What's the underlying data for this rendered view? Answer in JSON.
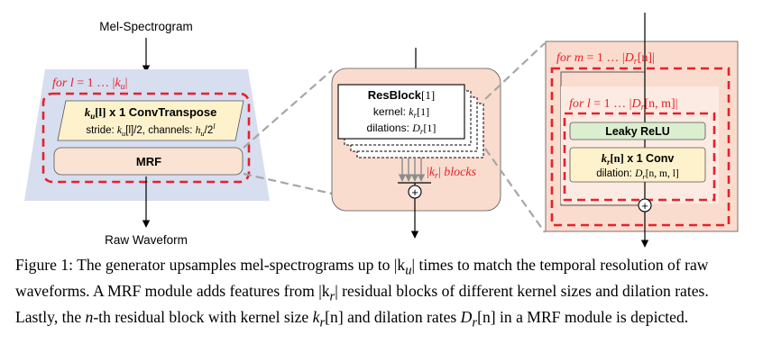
{
  "colors": {
    "panel_blue": "#d7def0",
    "panel_peach": "#f9dcce",
    "panel_peach_light": "#fcebe2",
    "box_yellow": "#fef2cc",
    "box_peach": "#fbe3d3",
    "box_green": "#dbeecf",
    "dashed_red": "#e8202a",
    "dashed_grey": "#a6a6a6",
    "line": "#000000"
  },
  "generator": {
    "input_label": "Mel-Spectrogram",
    "output_label": "Raw Waveform",
    "loop_label": {
      "keyword": "for",
      "var": "l",
      "eq": " = 1 … |",
      "bound": "k",
      "bound_sub": "u",
      "close": "|"
    },
    "convtranspose": {
      "title_var": "k",
      "title_sub": "u",
      "title_idx": "[l]",
      "title_rest": " x 1  ConvTranspose",
      "line2": {
        "pre": "stride: ",
        "var": "k",
        "sub": "u",
        "idx": "[l]/2, channels: ",
        "h": "h",
        "hsub": "u",
        "tail": "/2",
        "exp": "l"
      }
    },
    "mrf_label": "MRF"
  },
  "mrf_module": {
    "resblock_title": "ResBlock",
    "resblock_index": "[1]",
    "kernel_pre": "kernel: ",
    "kernel_var": "k",
    "kernel_sub": "r",
    "kernel_idx": "[1]",
    "dilation_pre": "dilations: ",
    "dilation_var": "D",
    "dilation_sub": "r",
    "dilation_idx": "[1]",
    "blocks_var": "k",
    "blocks_sub": "r",
    "blocks_label": "blocks",
    "sum_symbol": "+"
  },
  "resblock_detail": {
    "outer_loop": {
      "keyword": "for",
      "var": "m",
      "eq": " = 1 … |",
      "bound": "D",
      "bound_sub": "r",
      "bound_idx": "[n]",
      "close": "|"
    },
    "inner_loop": {
      "keyword": "for",
      "var": "l",
      "eq": " = 1 … |",
      "bound": "D",
      "bound_sub": "r",
      "bound_idx": "[n, m]",
      "close": "|"
    },
    "leaky_relu_label": "Leaky ReLU",
    "conv_var": "k",
    "conv_sub": "r",
    "conv_idx": "[n]",
    "conv_rest": " x 1  Conv",
    "conv_dil_pre": "dilation: ",
    "conv_dil_var": "D",
    "conv_dil_sub": "r",
    "conv_dil_idx": "[n, m, l]",
    "sum_symbol": "+"
  },
  "caption": {
    "t1": "Figure 1: The generator upsamples mel-spectrograms up to ",
    "m1": "|k",
    "m1sub": "u",
    "m1b": "|",
    "t2": " times to match the temporal resolution of raw waveforms. A MRF module adds features from ",
    "m2": "|k",
    "m2sub": "r",
    "m2b": "|",
    "t3": " residual blocks of different kernel sizes and dilation rates. Lastly, the ",
    "m3": "n",
    "t4": "-th residual block with kernel size ",
    "m4": "k",
    "m4sub": "r",
    "m4b": "[n]",
    "t5": " and dilation rates ",
    "m5": "D",
    "m5sub": "r",
    "m5b": "[n]",
    "t6": " in a MRF module is depicted."
  }
}
